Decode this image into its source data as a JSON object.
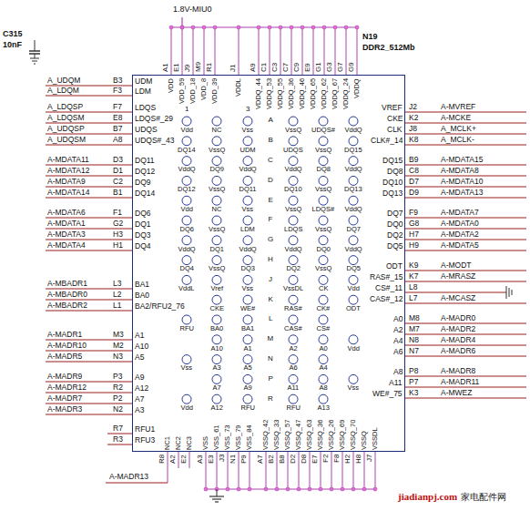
{
  "diagram": {
    "nodes": [
      {
        "text": [
          "N19",
          "DDR2_512Mb"
        ]
      }
    ],
    "labels": [
      "C315",
      "10nF",
      "1.8V-MIU0",
      "A1",
      "E1",
      "J9",
      "M9",
      "R1",
      "J1",
      "A9",
      "C1",
      "C3",
      "C7",
      "C9",
      "E9",
      "G1",
      "G3",
      "G7",
      "G9",
      "VDD",
      "VDD_59",
      "VDD_18",
      "VDD_8",
      "VDD_39",
      "VDDL",
      "VDDQ_44",
      "VDDQ_53",
      "VDDQ_55",
      "VDDQ_36",
      "VDDQ_46",
      "VDDQ_65",
      "VDDQ_62",
      "VDDQ_67",
      "VDDQ_24",
      "VDDQ",
      "1",
      "3",
      "A",
      "B",
      "C",
      "D",
      "E",
      "F",
      "G",
      "H",
      "J",
      "K",
      "L",
      "M",
      "N",
      "P",
      "R",
      "Vdd",
      "NC",
      "Vss",
      "VssQ",
      "UDQS#",
      "VddQ",
      "DQ14",
      "VssQ",
      "UDM",
      "UDQS",
      "VssQ",
      "DQ15",
      "VddQ",
      "DQ9",
      "VddQ",
      "VddQ",
      "DQ8",
      "VddQ",
      "DQ12",
      "VssQ",
      "DQ11",
      "DQ10",
      "VssQ",
      "DQ13",
      "Vdd",
      "NC",
      "Vss",
      "VssQ",
      "LDQS#",
      "VddQ",
      "DQ6",
      "VssQ",
      "LDM",
      "LDQS",
      "VssQ",
      "DQ7",
      "VddQ",
      "DQ1",
      "VddQ",
      "VddQ",
      "DQ0",
      "VddQ",
      "DQ4",
      "VssQ",
      "DQ3",
      "DQ2",
      "VssQ",
      "DQ5",
      "VddL",
      "Vref",
      "Vss",
      "VssDL",
      "CK",
      "Vdd",
      "CKE",
      "WE#",
      "RAS#",
      "CK#",
      "ODT",
      "RFU",
      "BA0",
      "BA1",
      "CAS#",
      "CS#",
      "A10",
      "A1",
      "A2",
      "A0",
      "Vdd",
      "Vss",
      "A3",
      "A5",
      "A6",
      "A4",
      "A7",
      "A9",
      "A11",
      "A8",
      "Vss",
      "Vdd",
      "A12",
      "RFU",
      "RFU",
      "A13",
      "A_UDQM",
      "A_LDQM",
      "A_LDQSP",
      "A_LDQSM",
      "A_UDQSP",
      "A_UDQSM",
      "A-MDATA11",
      "A-MDATA12",
      "A-MDATA9",
      "A-MDATA14",
      "A-MDATA6",
      "A-MDATA1",
      "A-MDATA3",
      "A-MDATA4",
      "A-MBADR1",
      "A-MBADR0",
      "A-MBADR2",
      "A-MADR1",
      "A-MADR10",
      "A-MADR5",
      "A-MADR9",
      "A-MADR12",
      "A-MADR7",
      "A-MADR3",
      "B3",
      "F3",
      "F7",
      "E8",
      "B7",
      "A8",
      "D3",
      "D1",
      "C2",
      "B1",
      "F1",
      "G2",
      "H3",
      "H1",
      "L3",
      "L2",
      "L1",
      "M3",
      "M2",
      "N3",
      "P3",
      "R2",
      "P2",
      "N2",
      "R7",
      "R3",
      "UDM",
      "LDM",
      "LDQS",
      "LDQS#_29",
      "UDQS",
      "UDQS#_43",
      "DQ11",
      "DQ12",
      "DQ9",
      "DQ14",
      "DQ6",
      "DQ1",
      "DQ3",
      "DQ4",
      "BA1",
      "BA0",
      "BA2/RFU2_76",
      "A1",
      "A10",
      "A5",
      "A9",
      "A12",
      "A7",
      "A3",
      "RFU1",
      "RFU3",
      "VREF",
      "CKE",
      "CLK",
      "CLK#_14",
      "DQ15",
      "DQ8",
      "DQ10",
      "DQ13",
      "DQ7",
      "DQ0",
      "DQ2",
      "DQ5",
      "ODT",
      "RAS#_15",
      "CS#_11",
      "CAS#_12",
      "A0",
      "A2",
      "A4",
      "A6",
      "A8",
      "A11",
      "WE#_75",
      "J2",
      "K2",
      "J8",
      "K8",
      "B9",
      "C8",
      "D7",
      "D9",
      "F9",
      "G8",
      "H7",
      "H9",
      "K9",
      "K7",
      "L8",
      "L7",
      "M8",
      "M7",
      "N8",
      "N7",
      "P8",
      "P7",
      "K3",
      "A-MVREF",
      "A-MCKE",
      "A_MCLK+",
      "A_MCLK-",
      "A-MDATA15",
      "A-MDATA8",
      "A-MDATA10",
      "A-MDATA13",
      "A-MDATA7",
      "A-MDATA0",
      "A-MDATA2",
      "A-MDATA5",
      "A-MODT",
      "A-MRASZ",
      "A-MCASZ",
      "A-MADR0",
      "A-MADR2",
      "A-MADR4",
      "A-MADR6",
      "A-MADR8",
      "A-MADR11",
      "A-MWEZ",
      "NC1",
      "NC2",
      "NC3",
      "VSS",
      "VSS_61",
      "VSS_73",
      "VSS_79",
      "VSS_84",
      "VSSQ_42",
      "VSSQ_33",
      "VSSQ_57",
      "VSSQ_47",
      "VSSQ_63",
      "VSSQ_36",
      "VSSQ_26",
      "VSSQ_69",
      "VSSQ_70",
      "VSSQ",
      "VSSDL",
      "R8",
      "A2",
      "E2",
      "A3",
      "E3",
      "J3",
      "N1",
      "P9",
      "A7",
      "B2",
      "B8",
      "D2",
      "D8",
      "E7",
      "F2",
      "F8",
      "H2",
      "H8",
      "J7",
      "A-MADR13",
      "jiadianpj.com",
      "家电配件网"
    ]
  }
}
